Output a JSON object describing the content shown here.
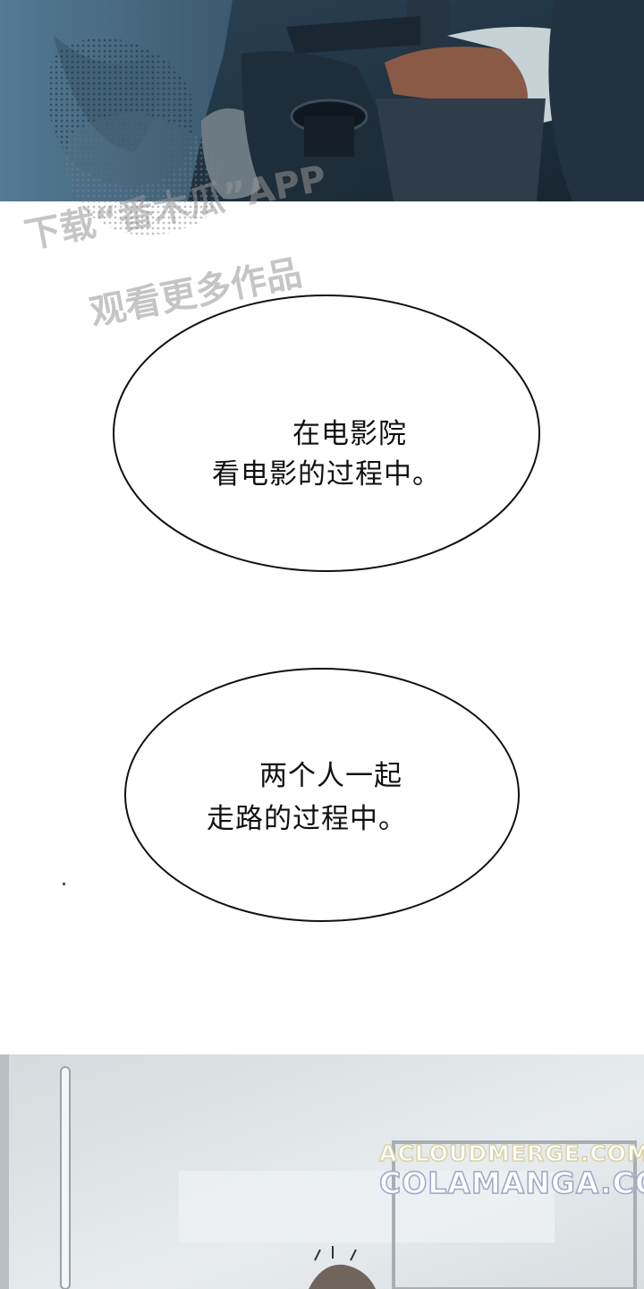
{
  "watermark": {
    "line1": "下载“番木瓜”APP",
    "line2": "观看更多作品"
  },
  "bubbles": [
    {
      "line1": "在电影院",
      "line2": "看电影的过程中。"
    },
    {
      "line1": "两个人一起",
      "line2": "走路的过程中。"
    }
  ],
  "credits": {
    "line1": "ACLOUDMERGE.COM",
    "line2": "COLAMANGA.COM"
  },
  "colors": {
    "cinema_dark": "#1f3242",
    "cinema_seat": "#2a3a4a",
    "cinema_jacket": "#4a6c86",
    "wall_light": "#dfe3e5",
    "credit_yellow": "#d8d2a6",
    "credit_blue": "#9aa7c9"
  }
}
